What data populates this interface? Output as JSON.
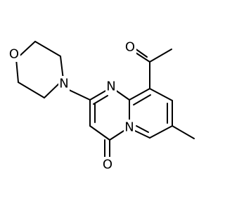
{
  "molecule": {
    "atoms": [
      {
        "id": "O_morpholine",
        "element": "O",
        "label": "O",
        "name": "morpholine-oxygen-label"
      },
      {
        "id": "N_morpholine",
        "element": "N",
        "label": "N",
        "name": "morpholine-nitrogen-label"
      },
      {
        "id": "N_ring1",
        "element": "N",
        "label": "N",
        "name": "pyrimidine-nitrogen-label"
      },
      {
        "id": "N_ring2",
        "element": "N",
        "label": "N",
        "name": "bridgehead-nitrogen-label"
      },
      {
        "id": "O_ketone",
        "element": "O",
        "label": "O",
        "name": "ring-carbonyl-oxygen-label"
      },
      {
        "id": "O_acetyl",
        "element": "O",
        "label": "O",
        "name": "acetyl-oxygen-label"
      }
    ]
  }
}
